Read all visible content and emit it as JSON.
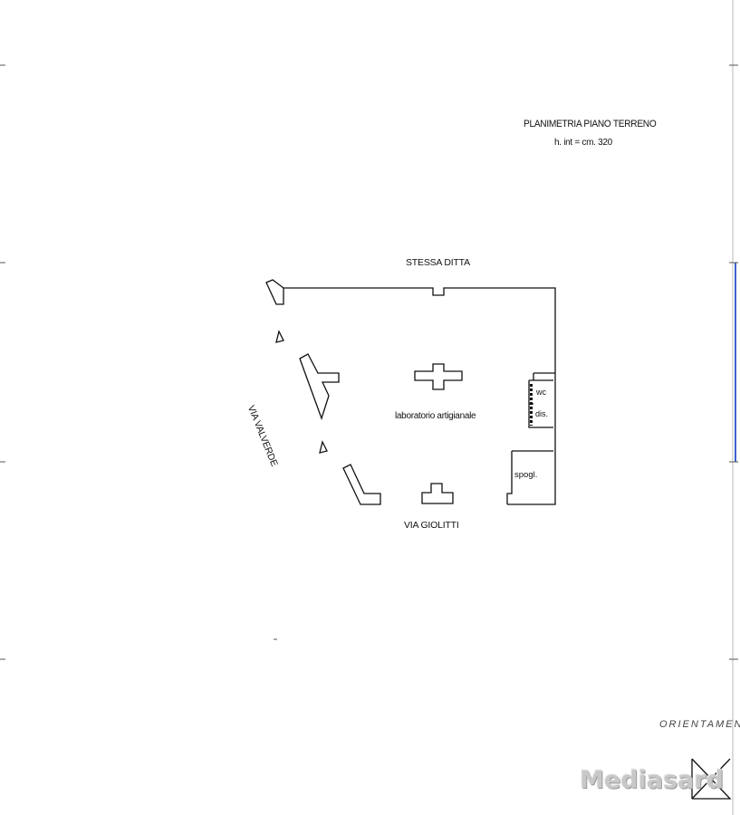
{
  "plan": {
    "title": "PLANIMETRIA PIANO TERRENO",
    "height_note": "h. int = cm. 320"
  },
  "streets": {
    "north": "STESSA DITTA",
    "south": "VIA GIOLITTI",
    "west": "VIA VALVERDE"
  },
  "rooms": {
    "main": "laboratorio artigianale",
    "wc": "wc",
    "dis": "dis.",
    "spogl": "spogl."
  },
  "orientation_label": "ORIENTAMEN",
  "watermark": "Mediasard",
  "colors": {
    "wall": "#111111",
    "page_border": "#3a5fd0",
    "watermark": "#c8c8c8"
  }
}
